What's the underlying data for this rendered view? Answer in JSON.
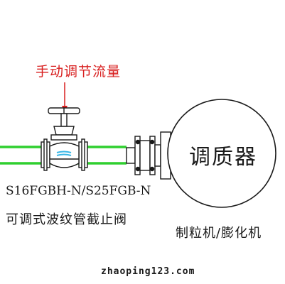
{
  "labels": {
    "callout": "手动调节流量",
    "valve_model": "S16FGBH-N/S25FGB-N",
    "valve_name": "可调式波纹管截止阀",
    "vessel": "调质器",
    "device": "制粒机/膨化机",
    "watermark": "zhaoping123.com"
  },
  "colors": {
    "pipe": "#2fcf2f",
    "callout_text": "#d81e1e",
    "line": "#1a1a1a",
    "bellows": "#39b7e6"
  },
  "icons": {
    "callout_arrow": "arrow-down-icon",
    "handwheel": "handwheel-icon",
    "globe_valve": "globe-valve-icon",
    "flange": "flange-icon",
    "vessel": "circle-vessel-icon"
  }
}
